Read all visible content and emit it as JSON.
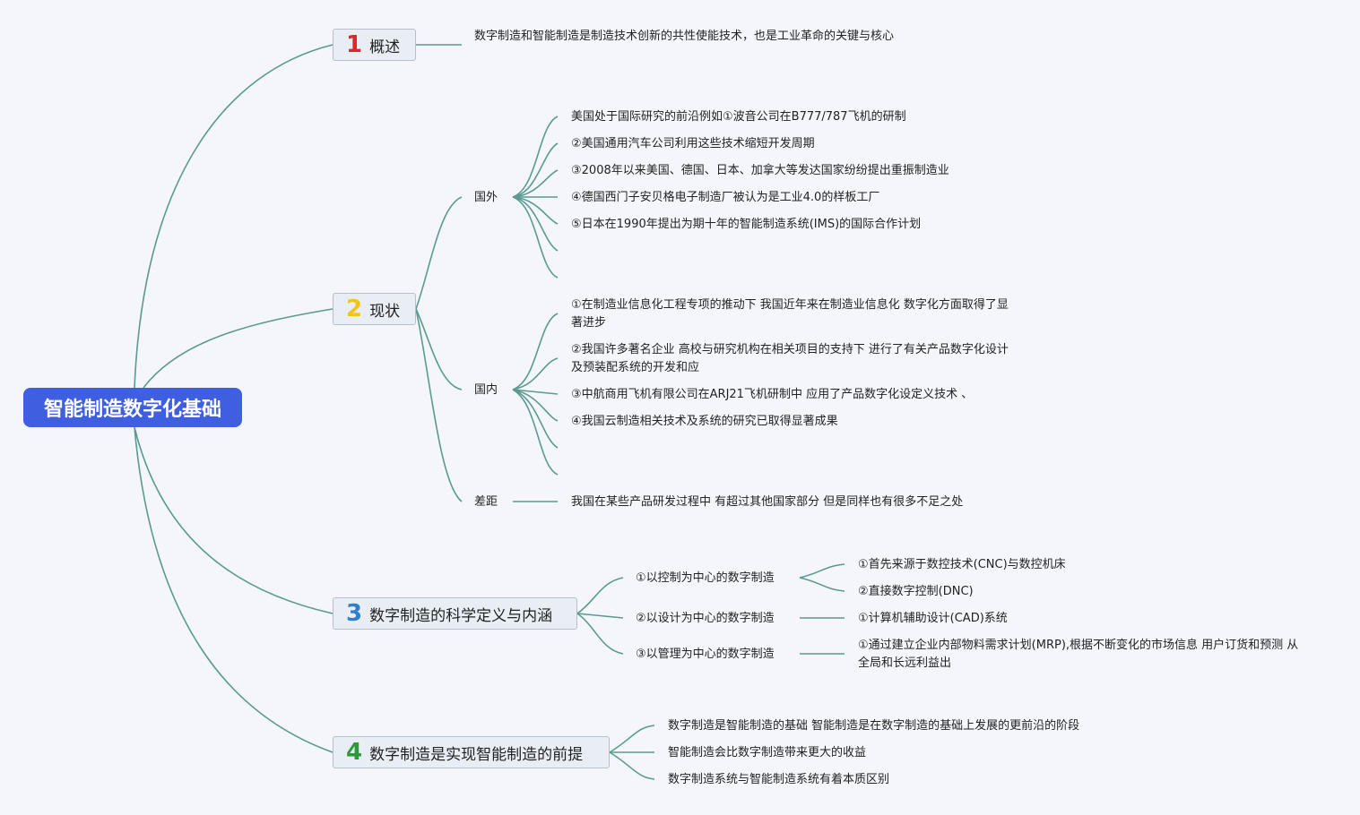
{
  "root": {
    "label": "智能制造数字化基础"
  },
  "colors": {
    "root": "#3f5fe0",
    "line": "#5a9a90",
    "num1": "#e0262b",
    "num2": "#f2c318",
    "num3": "#2f7fd1",
    "num4": "#2a9a3a"
  },
  "topics": [
    {
      "num": "1",
      "label": "概述"
    },
    {
      "num": "2",
      "label": "现状"
    },
    {
      "num": "3",
      "label": "数字制造的科学定义与内涵"
    },
    {
      "num": "4",
      "label": "数字制造是实现智能制造的前提"
    }
  ],
  "overview": {
    "text": "数字制造和智能制造是制造技术创新的共性使能技术，也是工业革命的关键与核心"
  },
  "status": {
    "foreign": {
      "label": "国外",
      "items": [
        "美国处于国际研究的前沿例如①波音公司在B777/787飞机的研制",
        "②美国通用汽车公司利用这些技术缩短开发周期",
        "③2008年以来美国、德国、日本、加拿大等发达国家纷纷提出重振制造业",
        "④德国西门子安贝格电子制造厂被认为是工业4.0的样板工厂",
        "⑤日本在1990年提出为期十年的智能制造系统(IMS)的国际合作计划"
      ]
    },
    "domestic": {
      "label": "国内",
      "items": [
        "①在制造业信息化工程专项的推动下 我国近年来在制造业信息化 数字化方面取得了显著进步",
        "②我国许多著名企业 高校与研究机构在相关项目的支持下 进行了有关产品数字化设计及预装配系统的开发和应",
        "③中航商用飞机有限公司在ARJ21飞机研制中 应用了产品数字化设定义技术 、",
        "④我国云制造相关技术及系统的研究已取得显著成果"
      ]
    },
    "gap": {
      "label": "差距",
      "text": "我国在某些产品研发过程中 有超过其他国家部分 但是同样也有很多不足之处"
    }
  },
  "definition": {
    "subs": [
      {
        "label": "①以控制为中心的数字制造",
        "items": [
          "①首先来源于数控技术(CNC)与数控机床",
          "②直接数字控制(DNC)"
        ]
      },
      {
        "label": "②以设计为中心的数字制造",
        "items": [
          "①计算机辅助设计(CAD)系统"
        ]
      },
      {
        "label": "③以管理为中心的数字制造",
        "items": [
          "①通过建立企业内部物料需求计划(MRP),根据不断变化的市场信息 用户订货和预测 从全局和长远利益出"
        ]
      }
    ]
  },
  "premise": {
    "items": [
      "数字制造是智能制造的基础 智能制造是在数字制造的基础上发展的更前沿的阶段",
      "智能制造会比数字制造带来更大的收益",
      "数字制造系统与智能制造系统有着本质区别"
    ]
  }
}
